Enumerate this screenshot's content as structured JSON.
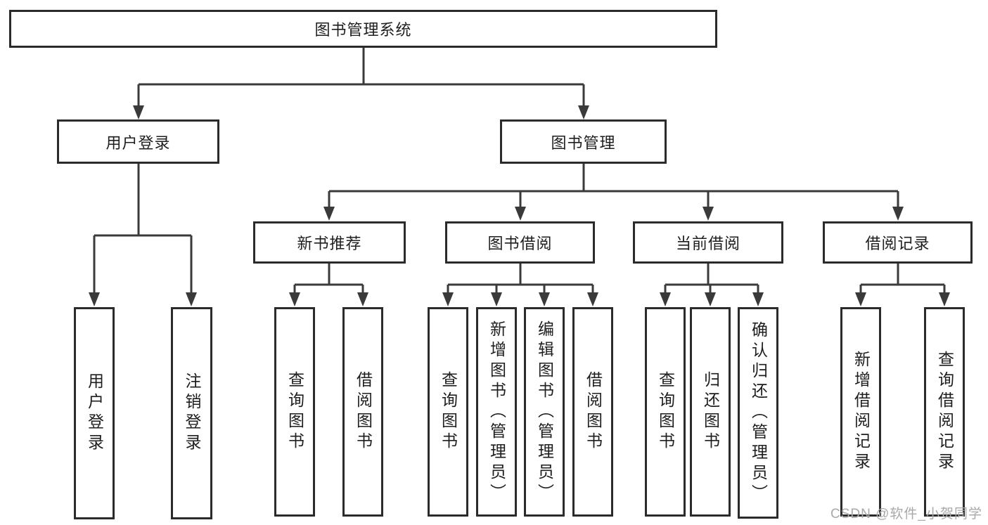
{
  "tree": {
    "label": "图书管理系统",
    "children": [
      {
        "label": "用户登录",
        "children": [
          {
            "label": "用户登录"
          },
          {
            "label": "注销登录"
          }
        ]
      },
      {
        "label": "图书管理",
        "children": [
          {
            "label": "新书推荐",
            "children": [
              {
                "label": "查询图书"
              },
              {
                "label": "借阅图书"
              }
            ]
          },
          {
            "label": "图书借阅",
            "children": [
              {
                "label": "查询图书"
              },
              {
                "label": "新增图书（管理员）"
              },
              {
                "label": "编辑图书（管理员）"
              },
              {
                "label": "借阅图书"
              }
            ]
          },
          {
            "label": "当前借阅",
            "children": [
              {
                "label": "查询图书"
              },
              {
                "label": "归还图书"
              },
              {
                "label": "确认归还（管理员）"
              }
            ]
          },
          {
            "label": "借阅记录",
            "children": [
              {
                "label": "新增借阅记录"
              },
              {
                "label": "查询借阅记录"
              }
            ]
          }
        ]
      }
    ]
  },
  "watermark": "CSDN @软件_小贺同学",
  "colors": {
    "background": "#ffffff",
    "box_border": "#2b2b2b",
    "connector_line": "#3a3a3a",
    "text": "#1e1e1e",
    "watermark_text": "#a9a9a9"
  }
}
